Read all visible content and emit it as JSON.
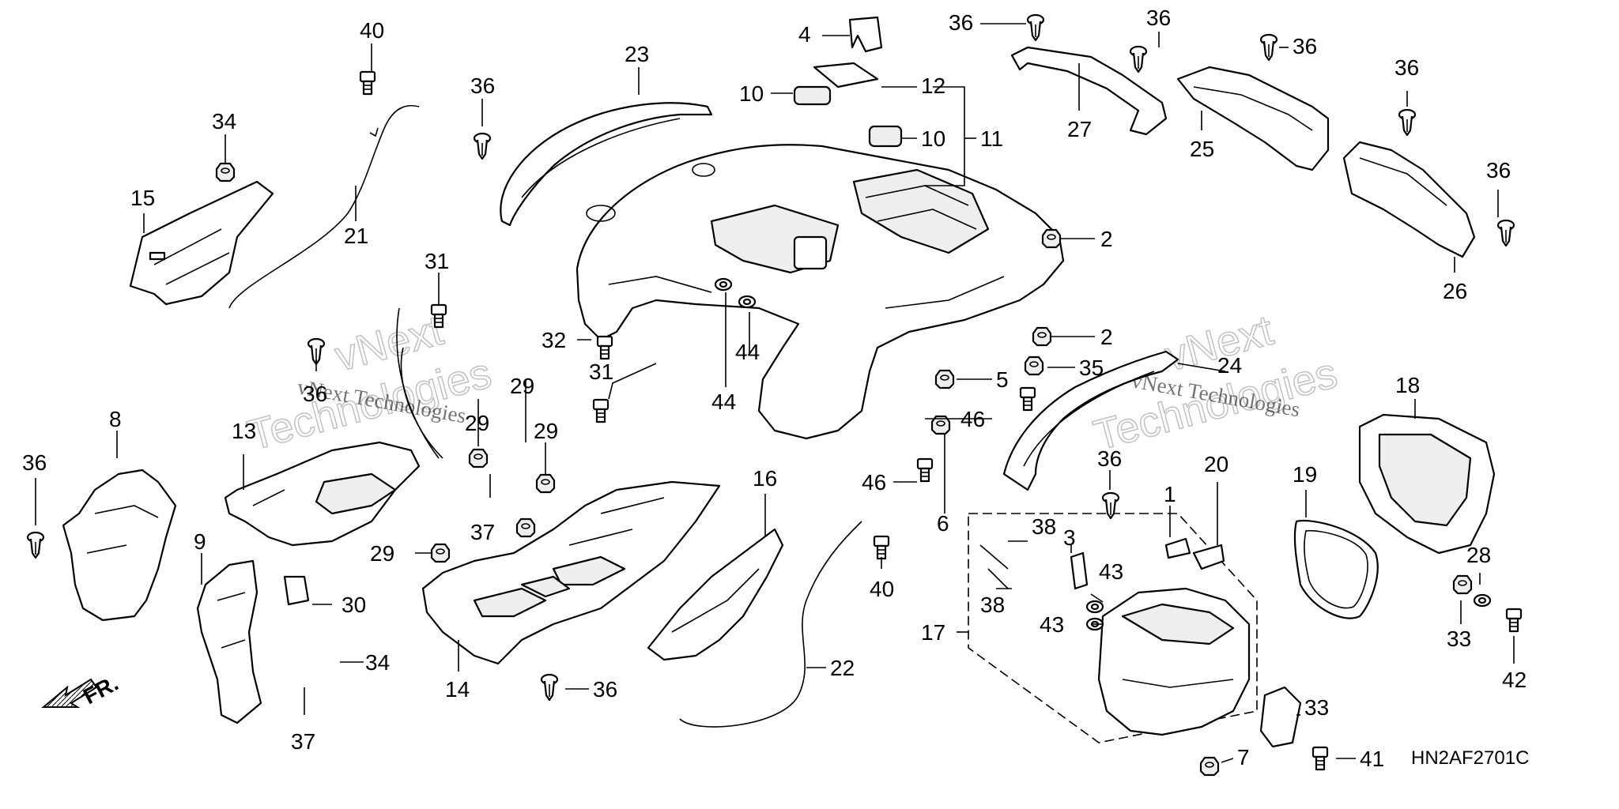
{
  "diagram": {
    "drawing_code": "HN2AF2701C",
    "front_arrow_label": "FR.",
    "watermarks": [
      "vNext",
      "Technologies",
      "vNext Technologies"
    ],
    "callouts": [
      {
        "id": "c40a",
        "text": "40"
      },
      {
        "id": "c34a",
        "text": "34"
      },
      {
        "id": "c15",
        "text": "15"
      },
      {
        "id": "c21",
        "text": "21"
      },
      {
        "id": "c36a",
        "text": "36"
      },
      {
        "id": "c23",
        "text": "23"
      },
      {
        "id": "c4",
        "text": "4"
      },
      {
        "id": "c10a",
        "text": "10"
      },
      {
        "id": "c12",
        "text": "12"
      },
      {
        "id": "c10b",
        "text": "10"
      },
      {
        "id": "c11",
        "text": "11"
      },
      {
        "id": "c36b",
        "text": "36"
      },
      {
        "id": "c27",
        "text": "27"
      },
      {
        "id": "c36c",
        "text": "36"
      },
      {
        "id": "c36d",
        "text": "36"
      },
      {
        "id": "c25",
        "text": "25"
      },
      {
        "id": "c36e",
        "text": "36"
      },
      {
        "id": "c36f",
        "text": "36"
      },
      {
        "id": "c26",
        "text": "26"
      },
      {
        "id": "c2a",
        "text": "2"
      },
      {
        "id": "c2b",
        "text": "2"
      },
      {
        "id": "c35",
        "text": "35"
      },
      {
        "id": "c5",
        "text": "5"
      },
      {
        "id": "c46a",
        "text": "46"
      },
      {
        "id": "c46b",
        "text": "46"
      },
      {
        "id": "c6",
        "text": "6"
      },
      {
        "id": "c24",
        "text": "24"
      },
      {
        "id": "c18",
        "text": "18"
      },
      {
        "id": "c31a",
        "text": "31"
      },
      {
        "id": "c36g",
        "text": "36"
      },
      {
        "id": "c32",
        "text": "32"
      },
      {
        "id": "c31b",
        "text": "31"
      },
      {
        "id": "c44a",
        "text": "44"
      },
      {
        "id": "c44b",
        "text": "44"
      },
      {
        "id": "c8",
        "text": "8"
      },
      {
        "id": "c13",
        "text": "13"
      },
      {
        "id": "c29a",
        "text": "29"
      },
      {
        "id": "c29b",
        "text": "29"
      },
      {
        "id": "c29c",
        "text": "29"
      },
      {
        "id": "c37a",
        "text": "37"
      },
      {
        "id": "c36h",
        "text": "36"
      },
      {
        "id": "c9",
        "text": "9"
      },
      {
        "id": "c29d",
        "text": "29"
      },
      {
        "id": "c30",
        "text": "30"
      },
      {
        "id": "c34b",
        "text": "34"
      },
      {
        "id": "c37b",
        "text": "37"
      },
      {
        "id": "c14",
        "text": "14"
      },
      {
        "id": "c36i",
        "text": "36"
      },
      {
        "id": "c16",
        "text": "16"
      },
      {
        "id": "c40b",
        "text": "40"
      },
      {
        "id": "c22",
        "text": "22"
      },
      {
        "id": "c36j",
        "text": "36"
      },
      {
        "id": "c1",
        "text": "1"
      },
      {
        "id": "c20",
        "text": "20"
      },
      {
        "id": "c19",
        "text": "19"
      },
      {
        "id": "c38a",
        "text": "38"
      },
      {
        "id": "c3",
        "text": "3"
      },
      {
        "id": "c43a",
        "text": "43"
      },
      {
        "id": "c38b",
        "text": "38"
      },
      {
        "id": "c43b",
        "text": "43"
      },
      {
        "id": "c17",
        "text": "17"
      },
      {
        "id": "c28",
        "text": "28"
      },
      {
        "id": "c33a",
        "text": "33"
      },
      {
        "id": "c42",
        "text": "42"
      },
      {
        "id": "c33b",
        "text": "33"
      },
      {
        "id": "c7",
        "text": "7"
      },
      {
        "id": "c41",
        "text": "41"
      }
    ]
  }
}
